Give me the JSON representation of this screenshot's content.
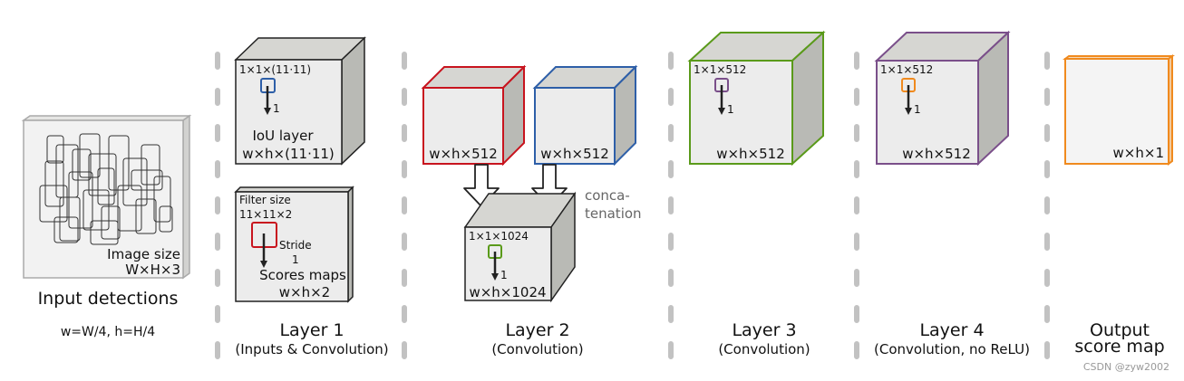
{
  "input": {
    "image_size_line1": "Image size",
    "image_size_line2": "W×H×3",
    "title": "Input detections",
    "scale": "w=W/4, h=H/4"
  },
  "layer1": {
    "title": "Layer 1",
    "subtitle": "(Inputs & Convolution)",
    "iou_filter": "1×1×(11·11)",
    "iou_stride": "1",
    "iou_name": "IoU layer",
    "iou_dims": "w×h×(11·11)",
    "filter_line1": "Filter size",
    "filter_line2": "11×11×2",
    "stride_line1": "Stride",
    "stride_line2": "1",
    "scores_name": "Scores maps",
    "scores_dims": "w×h×2"
  },
  "layer2": {
    "title": "Layer 2",
    "subtitle": "(Convolution)",
    "left_dims": "w×h×512",
    "right_dims": "w×h×512",
    "concat_line1": "conca-",
    "concat_line2": "tenation",
    "merged_filter": "1×1×1024",
    "merged_stride": "1",
    "merged_dims": "w×h×1024"
  },
  "layer3": {
    "title": "Layer 3",
    "subtitle": "(Convolution)",
    "filter": "1×1×512",
    "stride": "1",
    "dims": "w×h×512"
  },
  "layer4": {
    "title": "Layer 4",
    "subtitle": "(Convolution, no ReLU)",
    "filter": "1×1×512",
    "stride": "1",
    "dims": "w×h×512"
  },
  "output": {
    "title_line1": "Output",
    "title_line2": "score map",
    "dims": "w×h×1"
  },
  "watermark": "CSDN @zyw2002",
  "colors": {
    "red": "#c8141e",
    "blue": "#2e5fa8",
    "green": "#5a9a1a",
    "purple": "#7a4f8a",
    "orange": "#f08a1e",
    "face": "#ececec",
    "top": "#d6d6d2",
    "side": "#b9bab5",
    "separator": "#c2c2c2"
  }
}
